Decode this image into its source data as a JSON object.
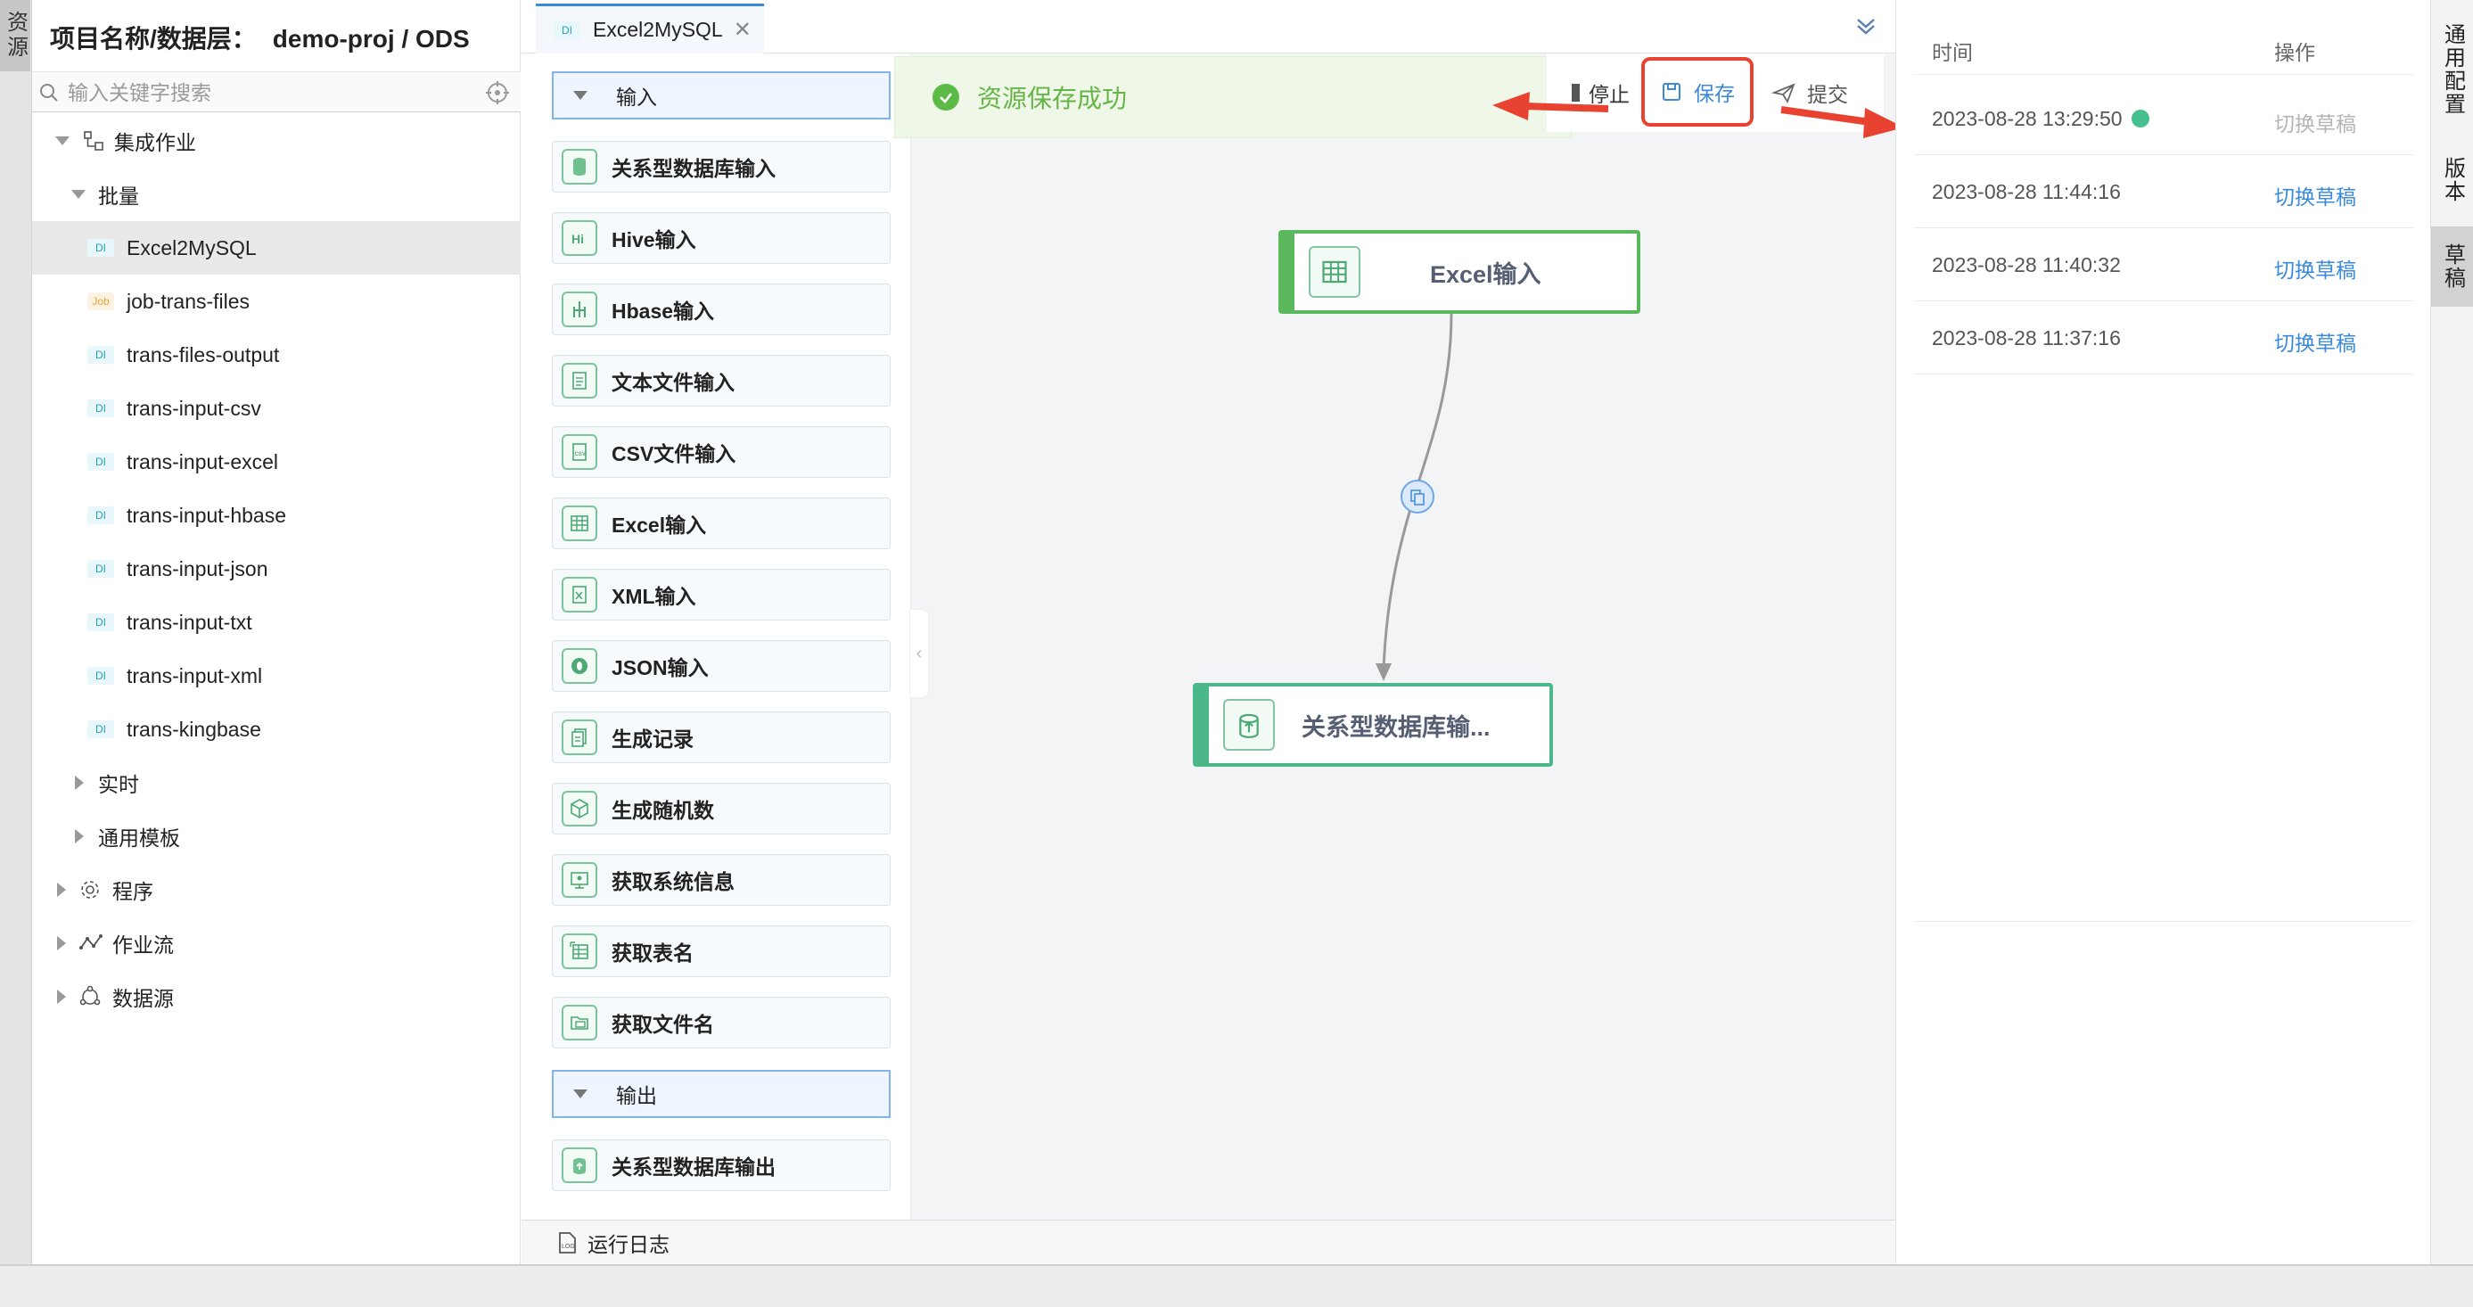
{
  "left_strip": {
    "label": "资源"
  },
  "sidebar": {
    "project_label": "项目名称/数据层：",
    "project_value": "demo-proj / ODS",
    "search_placeholder": "输入关键字搜索",
    "tree": {
      "integration": "集成作业",
      "batch": "批量",
      "job_badge_di": "DI",
      "job_badge_job": "Job",
      "jobs": [
        {
          "name": "Excel2MySQL",
          "type": "DI"
        },
        {
          "name": "job-trans-files",
          "type": "Job"
        },
        {
          "name": "trans-files-output",
          "type": "DI"
        },
        {
          "name": "trans-input-csv",
          "type": "DI"
        },
        {
          "name": "trans-input-excel",
          "type": "DI"
        },
        {
          "name": "trans-input-hbase",
          "type": "DI"
        },
        {
          "name": "trans-input-json",
          "type": "DI"
        },
        {
          "name": "trans-input-txt",
          "type": "DI"
        },
        {
          "name": "trans-input-xml",
          "type": "DI"
        },
        {
          "name": "trans-kingbase",
          "type": "DI"
        }
      ],
      "realtime": "实时",
      "template": "通用模板",
      "program": "程序",
      "workflow": "作业流",
      "datasource": "数据源"
    }
  },
  "tab": {
    "badge": "DI",
    "label": "Excel2MySQL",
    "close": "✕"
  },
  "palette": {
    "input_header": "输入",
    "inputs": [
      "关系型数据库输入",
      "Hive输入",
      "Hbase输入",
      "文本文件输入",
      "CSV文件输入",
      "Excel输入",
      "XML输入",
      "JSON输入",
      "生成记录",
      "生成随机数",
      "获取系统信息",
      "获取表名",
      "获取文件名"
    ],
    "output_header": "输出",
    "outputs": [
      "关系型数据库输出"
    ]
  },
  "toast": {
    "message": "资源保存成功"
  },
  "toolbar": {
    "stop": "停止",
    "save": "保存",
    "submit": "提交"
  },
  "nodes": {
    "excel": "Excel输入",
    "db": "关系型数据库输..."
  },
  "run_log": "运行日志",
  "right_panel": {
    "col_time": "时间",
    "col_action": "操作",
    "rows": [
      {
        "time": "2023-08-28 13:29:50",
        "action": "切换草稿",
        "current": true
      },
      {
        "time": "2023-08-28 11:44:16",
        "action": "切换草稿",
        "current": false
      },
      {
        "time": "2023-08-28 11:40:32",
        "action": "切换草稿",
        "current": false
      },
      {
        "time": "2023-08-28 11:37:16",
        "action": "切换草稿",
        "current": false
      }
    ]
  },
  "right_strip": {
    "general": "通用配置",
    "version": "版本",
    "draft": "草稿"
  },
  "colors": {
    "accent": "#3b8ad9",
    "success": "#5cba47",
    "annotation": "#e84330"
  }
}
